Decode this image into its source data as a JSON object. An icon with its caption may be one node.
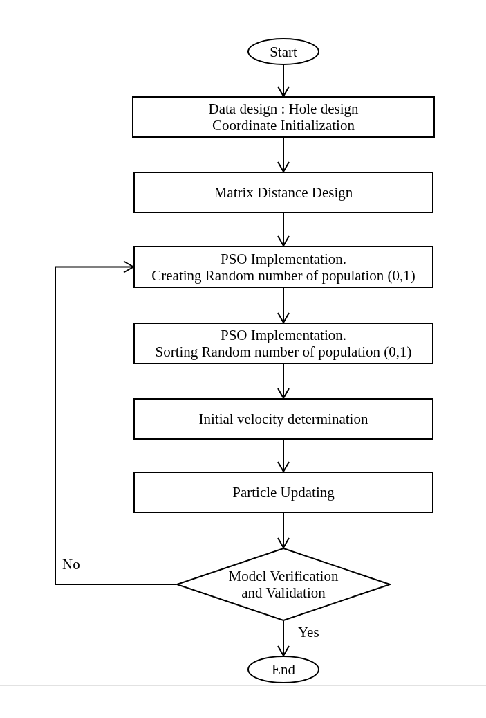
{
  "diagram": {
    "nodes": [
      {
        "text": [
          "Start"
        ]
      },
      {
        "text": [
          "Data design : Hole design",
          "Coordinate Initialization"
        ]
      },
      {
        "text": [
          "Matrix Distance Design"
        ]
      },
      {
        "text": [
          "PSO Implementation.",
          "Creating Random number of population (0,1)"
        ]
      },
      {
        "text": [
          "PSO Implementation.",
          "Sorting Random number of population (0,1)"
        ]
      },
      {
        "text": [
          "Initial velocity determination"
        ]
      },
      {
        "text": [
          "Particle Updating"
        ]
      },
      {
        "text": [
          "Model Verification and Validation"
        ]
      },
      {
        "text": [
          "End"
        ]
      }
    ],
    "edges": [
      {
        "from": 0,
        "to": 1,
        "arrow": "to"
      },
      {
        "from": 1,
        "to": 2,
        "arrow": "to"
      },
      {
        "from": 2,
        "to": 3,
        "arrow": "to"
      },
      {
        "from": 3,
        "to": 4,
        "arrow": "to"
      },
      {
        "from": 4,
        "to": 5,
        "arrow": "to"
      },
      {
        "from": 5,
        "to": 6,
        "arrow": "to"
      },
      {
        "from": 6,
        "to": 7,
        "arrow": "to"
      },
      {
        "from": 7,
        "to": 3,
        "arrow": "to",
        "label": "No"
      },
      {
        "from": 7,
        "to": 8,
        "arrow": "to",
        "label": "Yes"
      }
    ]
  }
}
